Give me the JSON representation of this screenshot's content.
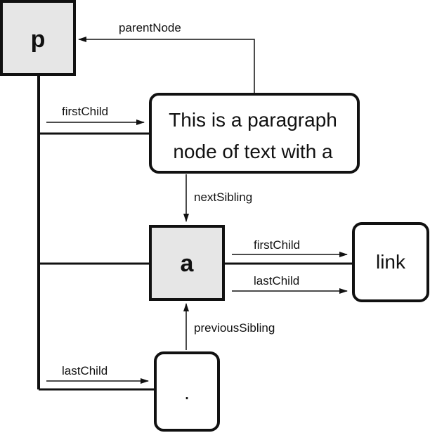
{
  "colors": {
    "stroke": "#111111",
    "shaded_fill": "#e6e6e6",
    "white_fill": "#ffffff"
  },
  "nodes": {
    "p": {
      "label": "p"
    },
    "text": {
      "line1": "This is a paragraph",
      "line2": "node of text with a"
    },
    "a": {
      "label": "a"
    },
    "link": {
      "label": "link"
    },
    "dot": {
      "label": "."
    }
  },
  "edges": {
    "parentNode": "parentNode",
    "firstChild_p": "firstChild",
    "nextSibling": "nextSibling",
    "firstChild_a": "firstChild",
    "lastChild_a": "lastChild",
    "previousSibling": "previousSibling",
    "lastChild_p": "lastChild"
  }
}
